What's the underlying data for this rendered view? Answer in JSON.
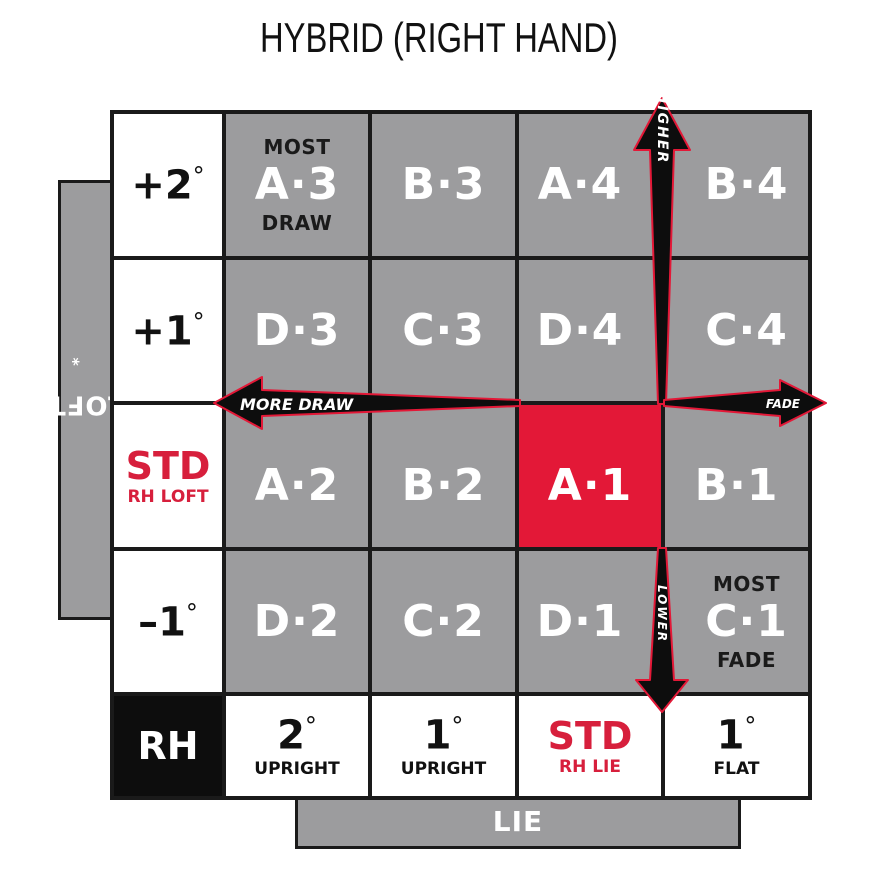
{
  "title": "HYBRID (RIGHT HAND)",
  "loft_axis_label": "LOFT",
  "loft_axis_mark": "*",
  "lie_axis_label": "LIE",
  "corner_label": "RH",
  "loft_rows": [
    {
      "value": "+2",
      "unit": "°"
    },
    {
      "value": "+1",
      "unit": "°"
    },
    {
      "value": "STD",
      "sub": "RH LOFT"
    },
    {
      "value": "–1",
      "unit": "°"
    }
  ],
  "lie_cols": [
    {
      "value": "2",
      "unit": "°",
      "sub": "UPRIGHT"
    },
    {
      "value": "1",
      "unit": "°",
      "sub": "UPRIGHT"
    },
    {
      "value": "STD",
      "sub": "RH LIE"
    },
    {
      "value": "1",
      "unit": "°",
      "sub": "FLAT"
    }
  ],
  "settings": [
    [
      {
        "code": "A·3",
        "top": "MOST",
        "bottom": "DRAW"
      },
      {
        "code": "B·3"
      },
      {
        "code": "A·4"
      },
      {
        "code": "B·4"
      }
    ],
    [
      {
        "code": "D·3"
      },
      {
        "code": "C·3"
      },
      {
        "code": "D·4"
      },
      {
        "code": "C·4"
      }
    ],
    [
      {
        "code": "A·2"
      },
      {
        "code": "B·2"
      },
      {
        "code": "A·1",
        "highlight": true
      },
      {
        "code": "B·1"
      }
    ],
    [
      {
        "code": "D·2"
      },
      {
        "code": "C·2"
      },
      {
        "code": "D·1"
      },
      {
        "code": "C·1",
        "top": "MOST",
        "bottom": "FADE"
      }
    ]
  ],
  "arrows": {
    "higher": "HIGHER",
    "lower": "LOWER",
    "more_draw": "MORE DRAW",
    "fade": "FADE"
  },
  "colors": {
    "grid_gray": "#9c9c9e",
    "highlight_red": "#e31837",
    "std_text_red": "#d71f3c",
    "border_black": "#1a1a1a",
    "arrow_outline": "#e31837"
  }
}
